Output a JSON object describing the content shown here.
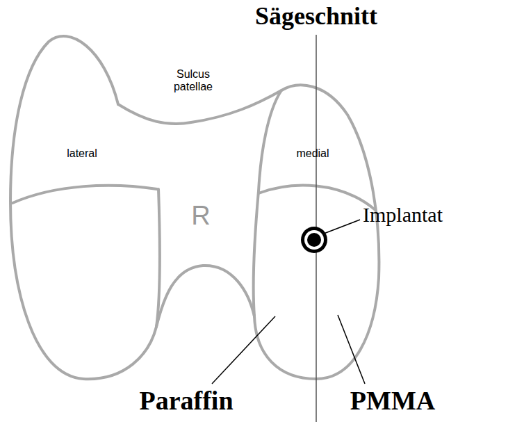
{
  "diagram": {
    "labels": [
      "Sägeschnitt",
      "Sulcus patellae",
      "lateral",
      "medial",
      "R",
      "Implantat",
      "Paraffin",
      "PMMA"
    ]
  }
}
